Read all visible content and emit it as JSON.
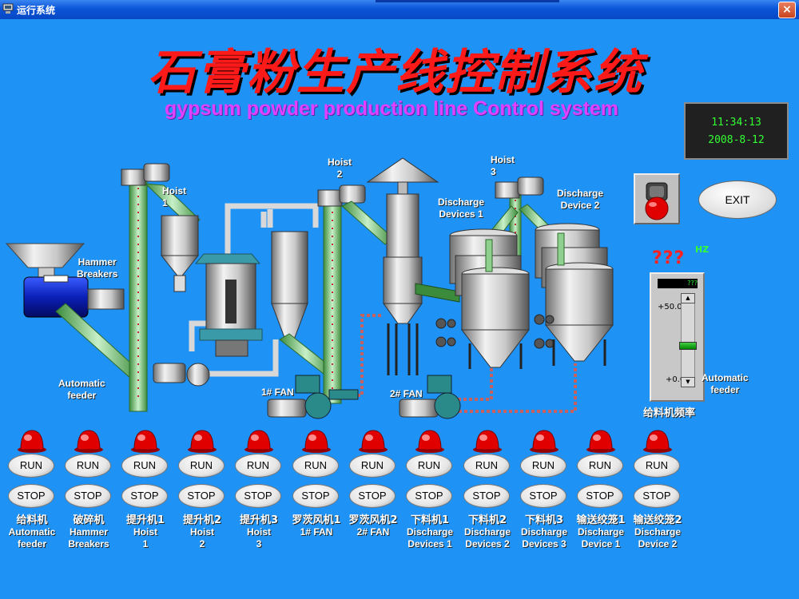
{
  "window": {
    "title": "运行系统",
    "close_glyph": "×"
  },
  "header": {
    "title_cn": "石膏粉生产线控制系统",
    "title_en": "gypsum powder production line Control system"
  },
  "clock": {
    "time": "11:34:13",
    "date": "2008-8-12"
  },
  "process_labels": {
    "hoist1": "Hoist\n1",
    "hoist2": "Hoist\n2",
    "hoist3": "Hoist\n3",
    "hammer": "Hammer\nBreakers",
    "feeder": "Automatic\nfeeder",
    "fan1": "1# FAN",
    "fan2": "2# FAN",
    "discharge1": "Discharge\nDevices 1",
    "discharge2": "Discharge\nDevice 2"
  },
  "controls_panel": {
    "exit_label": "EXIT",
    "freq_unknown": "???",
    "freq_unit": "HZ",
    "slider_readout": "???",
    "slider_max": "+50.0",
    "slider_min": "+0.0",
    "slider_level_percent": 45,
    "feeder_label": "Automatic\nfeeder",
    "freq_label_cn": "给料机频率"
  },
  "buttons": {
    "run": "RUN",
    "stop": "STOP"
  },
  "devices": [
    {
      "cn": "给料机",
      "en": "Automatic\nfeeder"
    },
    {
      "cn": "破碎机",
      "en": "Hammer\nBreakers"
    },
    {
      "cn": "提升机1",
      "en": "Hoist\n1"
    },
    {
      "cn": "提升机2",
      "en": "Hoist\n2"
    },
    {
      "cn": "提升机3",
      "en": "Hoist\n3"
    },
    {
      "cn": "罗茨风机1",
      "en": "1# FAN"
    },
    {
      "cn": "罗茨风机2",
      "en": "2# FAN"
    },
    {
      "cn": "下料机1",
      "en": "Discharge\nDevices 1"
    },
    {
      "cn": "下料机2",
      "en": "Discharge\nDevices 2"
    },
    {
      "cn": "下料机3",
      "en": "Discharge\nDevices 3"
    },
    {
      "cn": "输送绞笼1",
      "en": "Discharge\nDevice 1"
    },
    {
      "cn": "输送绞笼2",
      "en": "Discharge\nDevice 2"
    }
  ],
  "colors": {
    "background": "#1f92f5",
    "title_red": "#ff1a1a",
    "subtitle_magenta": "#e040ff",
    "lamp_red": "#e00000",
    "pipe_green": "#8fd08f",
    "clock_green": "#33ff33"
  },
  "icons": {
    "app": "computer-icon",
    "lamp": "red-lamp-icon",
    "estop": "emergency-stop-icon"
  }
}
